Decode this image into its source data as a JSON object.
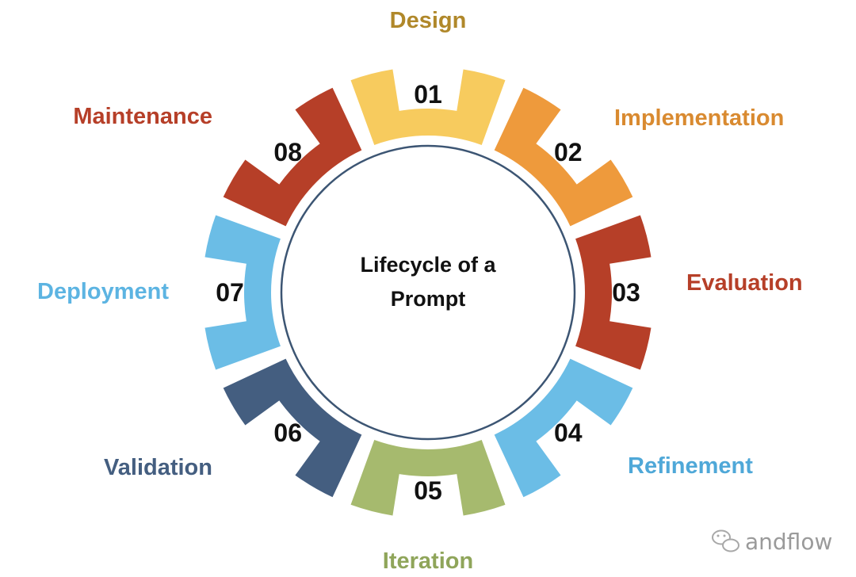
{
  "center": {
    "line1": "Lifecycle of a",
    "line2": "Prompt"
  },
  "stages": [
    {
      "number": "01",
      "label": "Design",
      "color": "#F7CB5E",
      "label_color": "#B0882A"
    },
    {
      "number": "02",
      "label": "Implementation",
      "color": "#EE9A3C",
      "label_color": "#D98A30"
    },
    {
      "number": "03",
      "label": "Evaluation",
      "color": "#B63F28",
      "label_color": "#B63F28"
    },
    {
      "number": "04",
      "label": "Refinement",
      "color": "#6BBDE6",
      "label_color": "#4FA8D8"
    },
    {
      "number": "05",
      "label": "Iteration",
      "color": "#A6BA6E",
      "label_color": "#8FA55A"
    },
    {
      "number": "06",
      "label": "Validation",
      "color": "#445E80",
      "label_color": "#445E80"
    },
    {
      "number": "07",
      "label": "Deployment",
      "color": "#6BBDE6",
      "label_color": "#5CB4E2"
    },
    {
      "number": "08",
      "label": "Maintenance",
      "color": "#B63F28",
      "label_color": "#B63F28"
    }
  ],
  "watermark": {
    "text": "andflow",
    "icon": "wechat-icon"
  }
}
